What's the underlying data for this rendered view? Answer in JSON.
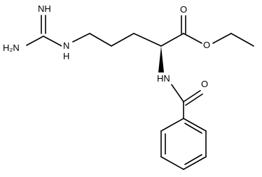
{
  "molecule": {
    "atom_labels": {
      "imine": "NH",
      "amine_h2n": "H₂N",
      "guanidine_nh": "N",
      "guanidine_h": "H",
      "carbonyl_o_ester": "O",
      "ester_o": "O",
      "amide_nh": "HN",
      "amide_o": "O"
    }
  }
}
